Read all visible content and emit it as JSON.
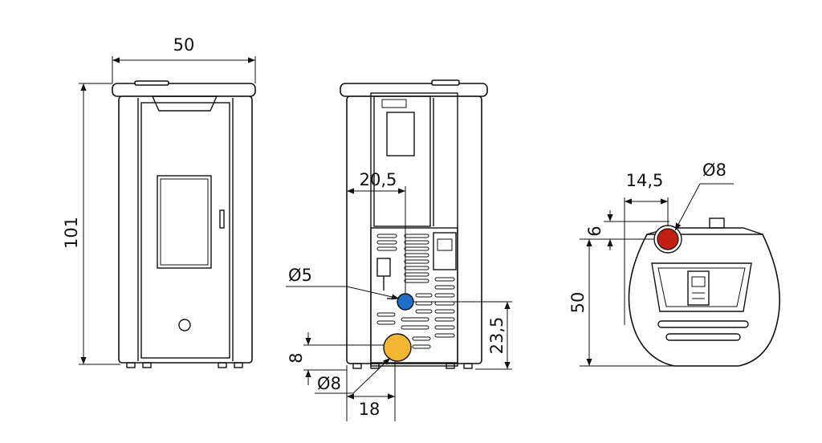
{
  "front_view": {
    "width_label": "50",
    "height_label": "101"
  },
  "rear_view": {
    "offset_label": "20,5",
    "small_pipe_label": "Ø5",
    "small_pipe_height_label": "23,5",
    "big_pipe_height_label": "8",
    "big_pipe_dia_label": "Ø8",
    "big_pipe_offset_label": "18"
  },
  "top_view": {
    "offset_label": "14,5",
    "flue_dia_label": "Ø8",
    "flue_offset_label": "6",
    "depth_label": "50"
  },
  "colors": {
    "small_pipe": "#1e6fc9",
    "big_pipe": "#f2b632",
    "flue": "#c21e12"
  }
}
